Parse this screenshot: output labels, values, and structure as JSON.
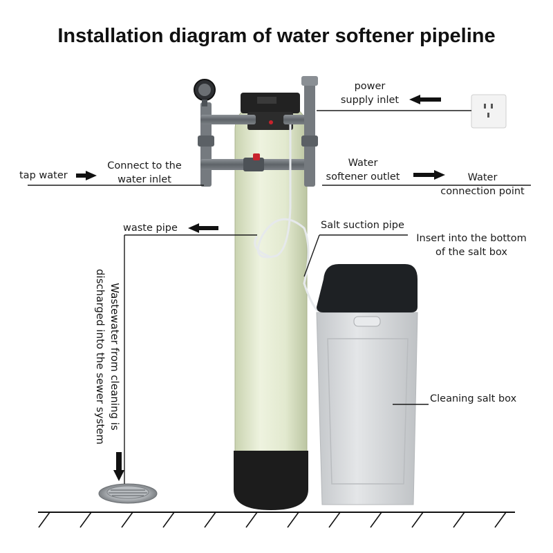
{
  "title": "Installation diagram of water softener pipeline",
  "labels": {
    "power_supply_inlet": "power\nsupply inlet",
    "tap_water": "tap water",
    "connect_inlet": "Connect to the\nwater inlet",
    "softener_outlet": "Water\nsoftener outlet",
    "water_connection_point": "Water\nconnection point",
    "waste_pipe": "waste pipe",
    "salt_suction_pipe": "Salt suction pipe",
    "insert_bottom": "Insert into the bottom\nof the salt box",
    "wastewater_discharge": "Wastewater from cleaning is\ndischarged into the sewer system",
    "cleaning_salt_box": "Cleaning salt box"
  },
  "colors": {
    "tank": "#e9efd8",
    "tank_shade": "#cfd8b8",
    "tank_base": "#1c1c1c",
    "pipe": "#6e7378",
    "salt_box": "#d6d8db",
    "salt_lid": "#1e2124",
    "valve_red": "#c8232c"
  }
}
